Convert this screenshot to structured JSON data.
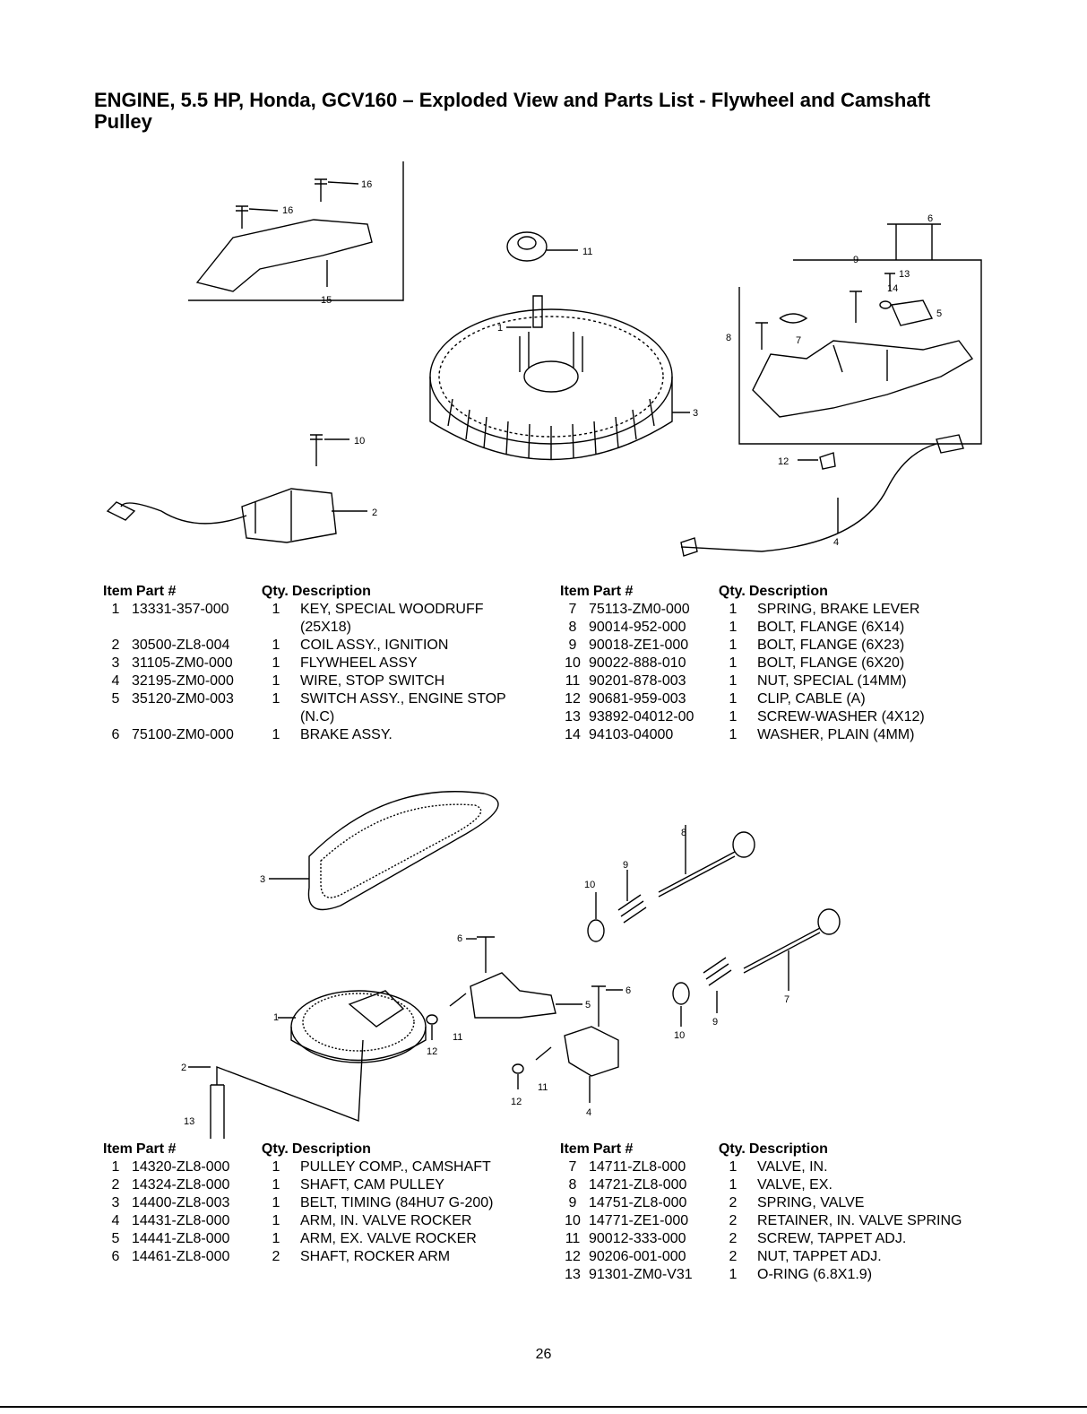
{
  "page": {
    "title": "ENGINE, 5.5 HP, Honda, GCV160 – Exploded View and Parts List - Flywheel and Camshaft Pulley",
    "page_number": "26"
  },
  "headers": {
    "item": "Item",
    "part": "Part #",
    "qty": "Qty.",
    "description": "Description"
  },
  "figure1": {
    "callouts": [
      "16",
      "16",
      "15",
      "11",
      "1",
      "3",
      "10",
      "2",
      "6",
      "9",
      "13",
      "14",
      "5",
      "8",
      "7",
      "12",
      "4"
    ]
  },
  "figure2": {
    "callouts": [
      "3",
      "8",
      "9",
      "10",
      "6",
      "1",
      "12",
      "11",
      "5",
      "6",
      "10",
      "9",
      "7",
      "2",
      "13",
      "12",
      "11",
      "4"
    ]
  },
  "parts_list_1": {
    "left": [
      {
        "item": "1",
        "part": "13331-357-000",
        "qty": "1",
        "desc": "KEY, SPECIAL WOODRUFF (25X18)"
      },
      {
        "item": "2",
        "part": "30500-ZL8-004",
        "qty": "1",
        "desc": "COIL ASSY., IGNITION"
      },
      {
        "item": "3",
        "part": "31105-ZM0-000",
        "qty": "1",
        "desc": "FLYWHEEL ASSY"
      },
      {
        "item": "4",
        "part": "32195-ZM0-000",
        "qty": "1",
        "desc": "WIRE, STOP SWITCH"
      },
      {
        "item": "5",
        "part": "35120-ZM0-003",
        "qty": "1",
        "desc": "SWITCH ASSY., ENGINE STOP (N.C)"
      },
      {
        "item": "6",
        "part": "75100-ZM0-000",
        "qty": "1",
        "desc": "BRAKE ASSY."
      }
    ],
    "right": [
      {
        "item": "7",
        "part": "75113-ZM0-000",
        "qty": "1",
        "desc": "SPRING, BRAKE LEVER"
      },
      {
        "item": "8",
        "part": "90014-952-000",
        "qty": "1",
        "desc": "BOLT, FLANGE (6X14)"
      },
      {
        "item": "9",
        "part": "90018-ZE1-000",
        "qty": "1",
        "desc": "BOLT, FLANGE (6X23)"
      },
      {
        "item": "10",
        "part": "90022-888-010",
        "qty": "1",
        "desc": "BOLT, FLANGE (6X20)"
      },
      {
        "item": "11",
        "part": "90201-878-003",
        "qty": "1",
        "desc": "NUT, SPECIAL (14MM)"
      },
      {
        "item": "12",
        "part": "90681-959-003",
        "qty": "1",
        "desc": "CLIP, CABLE (A)"
      },
      {
        "item": "13",
        "part": "93892-04012-00",
        "qty": "1",
        "desc": "SCREW-WASHER (4X12)"
      },
      {
        "item": "14",
        "part": "94103-04000",
        "qty": "1",
        "desc": "WASHER, PLAIN (4MM)"
      }
    ]
  },
  "parts_list_2": {
    "left": [
      {
        "item": "1",
        "part": "14320-ZL8-000",
        "qty": "1",
        "desc": "PULLEY COMP., CAMSHAFT"
      },
      {
        "item": "2",
        "part": "14324-ZL8-000",
        "qty": "1",
        "desc": "SHAFT, CAM PULLEY"
      },
      {
        "item": "3",
        "part": "14400-ZL8-003",
        "qty": "1",
        "desc": "BELT, TIMING (84HU7 G-200)"
      },
      {
        "item": "4",
        "part": "14431-ZL8-000",
        "qty": "1",
        "desc": "ARM, IN. VALVE ROCKER"
      },
      {
        "item": "5",
        "part": "14441-ZL8-000",
        "qty": "1",
        "desc": "ARM, EX. VALVE ROCKER"
      },
      {
        "item": "6",
        "part": "14461-ZL8-000",
        "qty": "2",
        "desc": "SHAFT, ROCKER ARM"
      }
    ],
    "right": [
      {
        "item": "7",
        "part": "14711-ZL8-000",
        "qty": "1",
        "desc": "VALVE, IN."
      },
      {
        "item": "8",
        "part": "14721-ZL8-000",
        "qty": "1",
        "desc": "VALVE, EX."
      },
      {
        "item": "9",
        "part": "14751-ZL8-000",
        "qty": "2",
        "desc": "SPRING, VALVE"
      },
      {
        "item": "10",
        "part": "14771-ZE1-000",
        "qty": "2",
        "desc": "RETAINER, IN. VALVE SPRING"
      },
      {
        "item": "11",
        "part": "90012-333-000",
        "qty": "2",
        "desc": "SCREW, TAPPET ADJ."
      },
      {
        "item": "12",
        "part": "90206-001-000",
        "qty": "2",
        "desc": "NUT, TAPPET ADJ."
      },
      {
        "item": "13",
        "part": "91301-ZM0-V31",
        "qty": "1",
        "desc": "O-RING (6.8X1.9)"
      }
    ]
  }
}
